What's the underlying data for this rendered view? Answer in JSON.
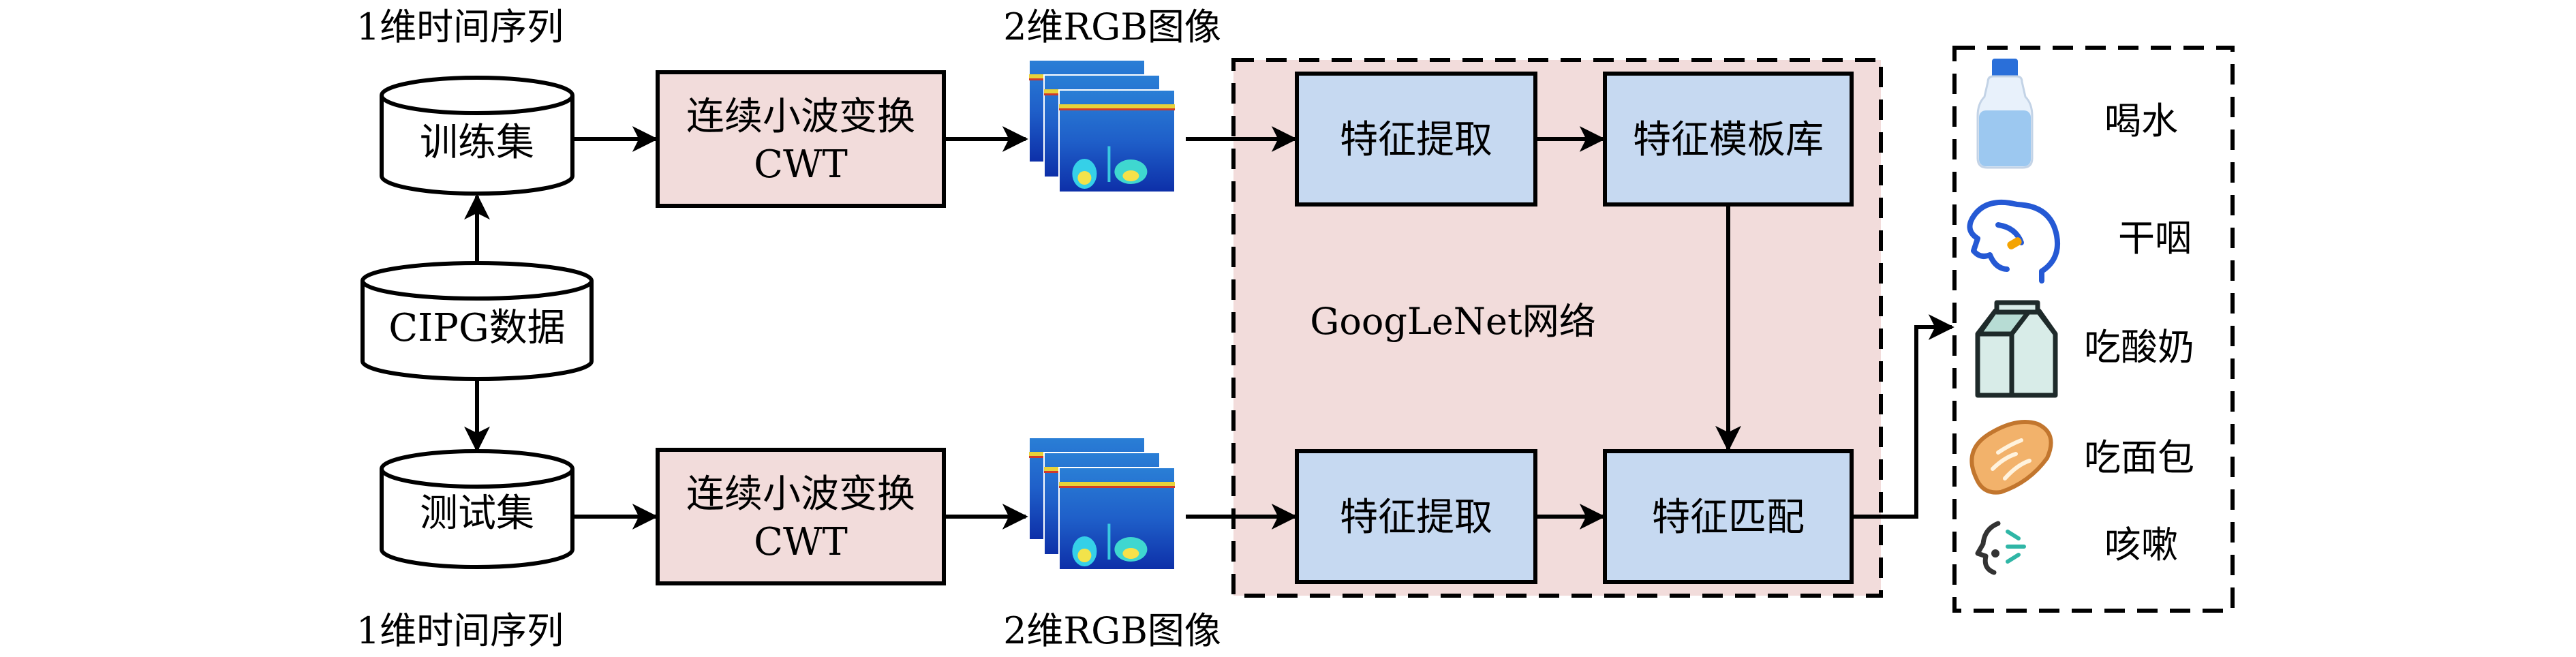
{
  "labels": {
    "series_1d_top": "1维时间序列",
    "series_1d_bottom": "1维时间序列",
    "rgb_2d_top": "2维RGB图像",
    "rgb_2d_bottom": "2维RGB图像",
    "network": "GoogLeNet网络"
  },
  "cylinders": {
    "train": "训练集",
    "data": "CIPG数据",
    "test": "测试集"
  },
  "cwt_boxes": {
    "top_line1": "连续小波变换",
    "top_line2": "CWT",
    "bottom_line1": "连续小波变换",
    "bottom_line2": "CWT"
  },
  "blue_boxes": {
    "extract_top": "特征提取",
    "template": "特征模板库",
    "extract_bottom": "特征提取",
    "match": "特征匹配"
  },
  "results": [
    {
      "label": "喝水",
      "icon": "water-bottle-icon"
    },
    {
      "label": "干咽",
      "icon": "throat-icon"
    },
    {
      "label": "吃酸奶",
      "icon": "milk-carton-icon"
    },
    {
      "label": "吃面包",
      "icon": "bread-icon"
    },
    {
      "label": "咳嗽",
      "icon": "cough-icon"
    }
  ],
  "colors": {
    "pink_fill": "#f2dcdb",
    "blue_fill": "#c6d9f1",
    "stroke": "#000000"
  }
}
